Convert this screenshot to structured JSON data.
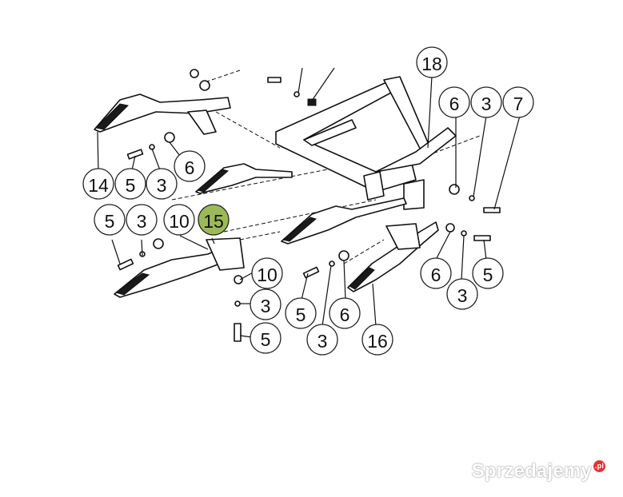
{
  "diagram": {
    "highlight_color": "#9cb95a",
    "callouts": [
      {
        "id": "c-18",
        "label": "18"
      },
      {
        "id": "c-6a",
        "label": "6"
      },
      {
        "id": "c-3a",
        "label": "3"
      },
      {
        "id": "c-7",
        "label": "7"
      },
      {
        "id": "c-14",
        "label": "14"
      },
      {
        "id": "c-5a",
        "label": "5"
      },
      {
        "id": "c-3b",
        "label": "3"
      },
      {
        "id": "c-6b",
        "label": "6"
      },
      {
        "id": "c-5b",
        "label": "5"
      },
      {
        "id": "c-3c",
        "label": "3"
      },
      {
        "id": "c-10a",
        "label": "10"
      },
      {
        "id": "c-15",
        "label": "15",
        "highlighted": true
      },
      {
        "id": "c-10b",
        "label": "10"
      },
      {
        "id": "c-3d",
        "label": "3"
      },
      {
        "id": "c-5c",
        "label": "5"
      },
      {
        "id": "c-6c",
        "label": "6"
      },
      {
        "id": "c-5d",
        "label": "5"
      },
      {
        "id": "c-3e",
        "label": "3"
      },
      {
        "id": "c-5e",
        "label": "5"
      },
      {
        "id": "c-3f",
        "label": "3"
      },
      {
        "id": "c-6d",
        "label": "6"
      },
      {
        "id": "c-16",
        "label": "16"
      }
    ]
  },
  "watermark": {
    "text": "Sprzedajemy",
    "suffix": ".pl"
  }
}
